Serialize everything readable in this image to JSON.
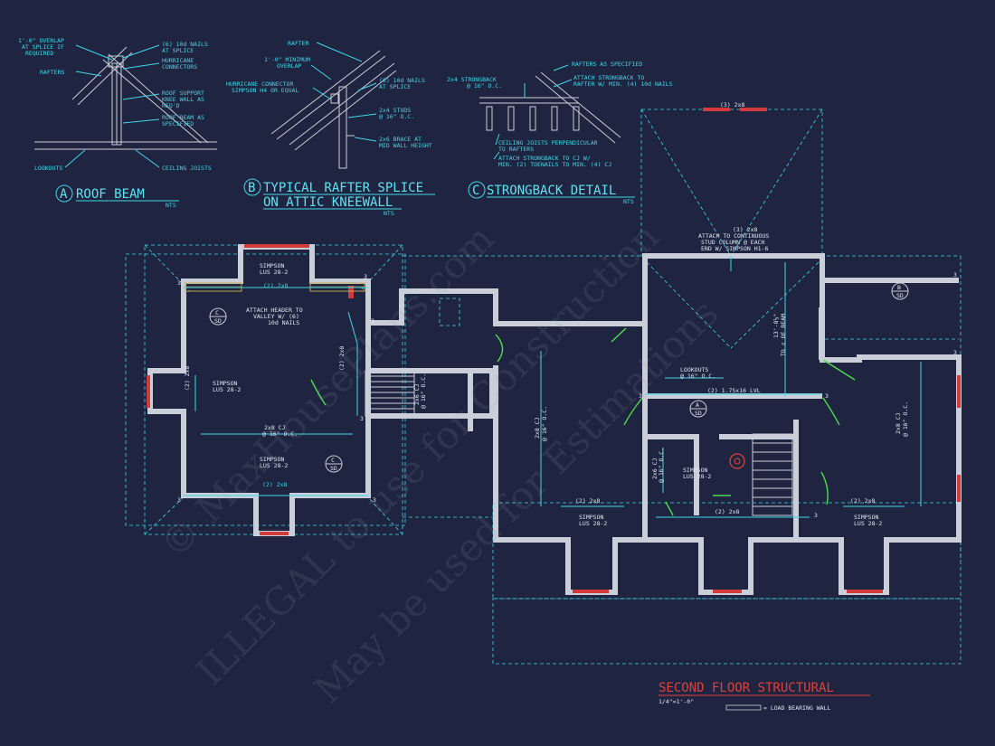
{
  "details": {
    "a": {
      "letter": "A",
      "title": "ROOF BEAM",
      "scale": "NTS",
      "notes": [
        "1'-0\" OVERLAP",
        "AT SPLICE IF",
        "REQUIRED",
        "RAFTERS",
        "(6) 10d NAILS",
        "AT SPLICE",
        "HURRICANE",
        "CONNECTORS",
        "ROOF SUPPORT",
        "KNEE WALL AS",
        "REQ'D",
        "ROOF BEAM AS",
        "SPECIFIED",
        "LOOKOUTS",
        "CEILING JOISTS"
      ]
    },
    "b": {
      "letter": "B",
      "title_line1": "TYPICAL RAFTER SPLICE",
      "title_line2": "ON ATTIC KNEEWALL",
      "scale": "NTS",
      "notes": [
        "RAFTER",
        "1'-0\" MINIMUM",
        "OVERLAP",
        "(6) 10d NAILS",
        "AT SPLICE",
        "HURRICANE CONNECTOR",
        "SIMPSON H4 OR EQUAL",
        "2x4 STUDS",
        "@ 16\" O.C.",
        "2x6 BRACE AT",
        "MID WALL HEIGHT"
      ]
    },
    "c": {
      "letter": "C",
      "title": "STRONGBACK DETAIL",
      "scale": "NTS",
      "notes": [
        "RAFTERS AS SPECIFIED",
        "2x4 STRONGBACK",
        "@ 16\" O.C.",
        "ATTACH STRONGBACK TO",
        "RAFTER W/ MIN. (4) 10d NAILS",
        "CEILING JOISTS PERPENDICULAR",
        "TO RAFTERS",
        "ATTACH STRONGBACK TO CJ W/",
        "MIN. (2) TOENAILS TO MIN. (4) CJ"
      ]
    }
  },
  "plan": {
    "labels": {
      "simpson_top": [
        "SIMPSON",
        "LUS 28-2"
      ],
      "header_2x8": "(2) 2x8",
      "attach_header": [
        "ATTACH HEADER TO",
        "VALLEY W/ (6)",
        "10d NAILS"
      ],
      "simpson_left": [
        "SIMPSON",
        "LUS 28-2"
      ],
      "left_2x8": "(2) 2x8",
      "cj_left": [
        "2x8 CJ",
        "@ 16\" O.C."
      ],
      "simpson_bottom": [
        "SIMPSON",
        "LUS 28-2"
      ],
      "bottom_2x8": "(2) 2x8",
      "stair_2x8": "(2) 2x8",
      "small_cj": [
        "2x6 CJ",
        "@ 16\" O.C."
      ],
      "cj_mid": [
        "2x8 CJ",
        "@ 16\" O.C."
      ],
      "attach_stud": [
        "(3) 2x8",
        "ATTACH TO CONTINUOUS",
        "STUD COLUMN @ EACH",
        "END W/ SIMPSON H1-6"
      ],
      "top_3x8": "(3) 2x8",
      "beam_dim": [
        "13'-8½\"",
        "TO ¢ OF BEAM"
      ],
      "lookouts": [
        "LOOKOUTS",
        "@ 16\" O.C."
      ],
      "lvl": "(2) 1.75x16 LVL",
      "bath_cj": [
        "2x6 CJ",
        "@ 16\" O.C."
      ],
      "simpson_bath": [
        "SIMPSON",
        "LUS 28-2"
      ],
      "bath_2x8": "(2) 2x8",
      "cj_right": [
        "2x8 CJ",
        "@ 16\" O.C."
      ],
      "bay_left": [
        "(2) 2x8",
        "SIMPSON",
        "LUS 28-2"
      ],
      "bay_right": [
        "(2) 2x8",
        "SIMPSON",
        "LUS 28-2"
      ]
    },
    "markers": [
      {
        "id": "C",
        "sheet": "SD"
      },
      {
        "id": "C",
        "sheet": "SD"
      },
      {
        "id": "A",
        "sheet": "SD"
      },
      {
        "id": "B",
        "sheet": "SD"
      }
    ],
    "points": [
      "3",
      "3",
      "3",
      "3",
      "3",
      "3",
      "3",
      "3",
      "3",
      "3",
      "3",
      "3"
    ]
  },
  "watermark": {
    "line1": "© MaxHousePlans.com",
    "line2": "ILLEGAL to use for Construction",
    "line3": "May be used for Estimations"
  },
  "footer": {
    "title": "SECOND FLOOR STRUCTURAL",
    "scale": "1/4\"=1'-0\"",
    "legend": "= LOAD BEARING WALL"
  },
  "colors": {
    "background": "#1f2540",
    "cyan": "#3fd6e8",
    "wall": "#c9ced8",
    "window": "#d43a3a",
    "door": "#4fdc4f",
    "title_red": "#e0403a"
  }
}
